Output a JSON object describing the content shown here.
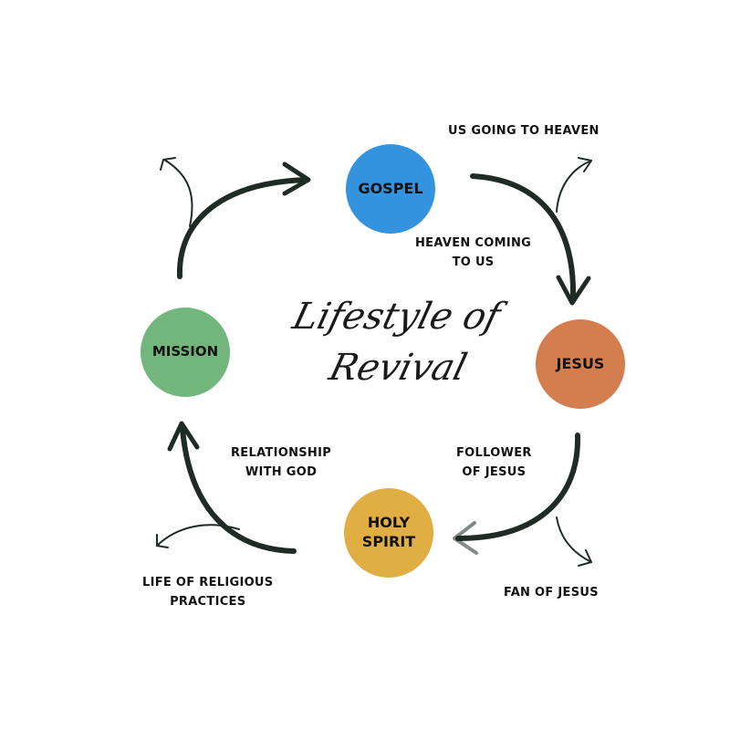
{
  "title": {
    "line1": "Lifestyle of",
    "line2": "Revival"
  },
  "nodes": {
    "gospel": {
      "label": "GOSPEL",
      "color": "#3393df"
    },
    "jesus": {
      "label": "JESUS",
      "color": "#d47d4f"
    },
    "holy_spirit": {
      "label_line1": "HOLY",
      "label_line2": "SPIRIT",
      "color": "#e0ae43"
    },
    "mission": {
      "label": "MISSION",
      "color": "#72b67d"
    }
  },
  "labels": {
    "us_going_to_heaven": "US GOING TO HEAVEN",
    "heaven_coming": {
      "line1": "HEAVEN COMING",
      "line2": "TO US"
    },
    "follower": {
      "line1": "FOLLOWER",
      "line2": "OF JESUS"
    },
    "fan_of_jesus": "FAN OF JESUS",
    "relationship": {
      "line1": "RELATIONSHIP",
      "line2": "WITH GOD"
    },
    "religious": {
      "line1": "LIFE OF RELIGIOUS",
      "line2": "PRACTICES"
    }
  },
  "colors": {
    "ink": "#1f2b25"
  }
}
